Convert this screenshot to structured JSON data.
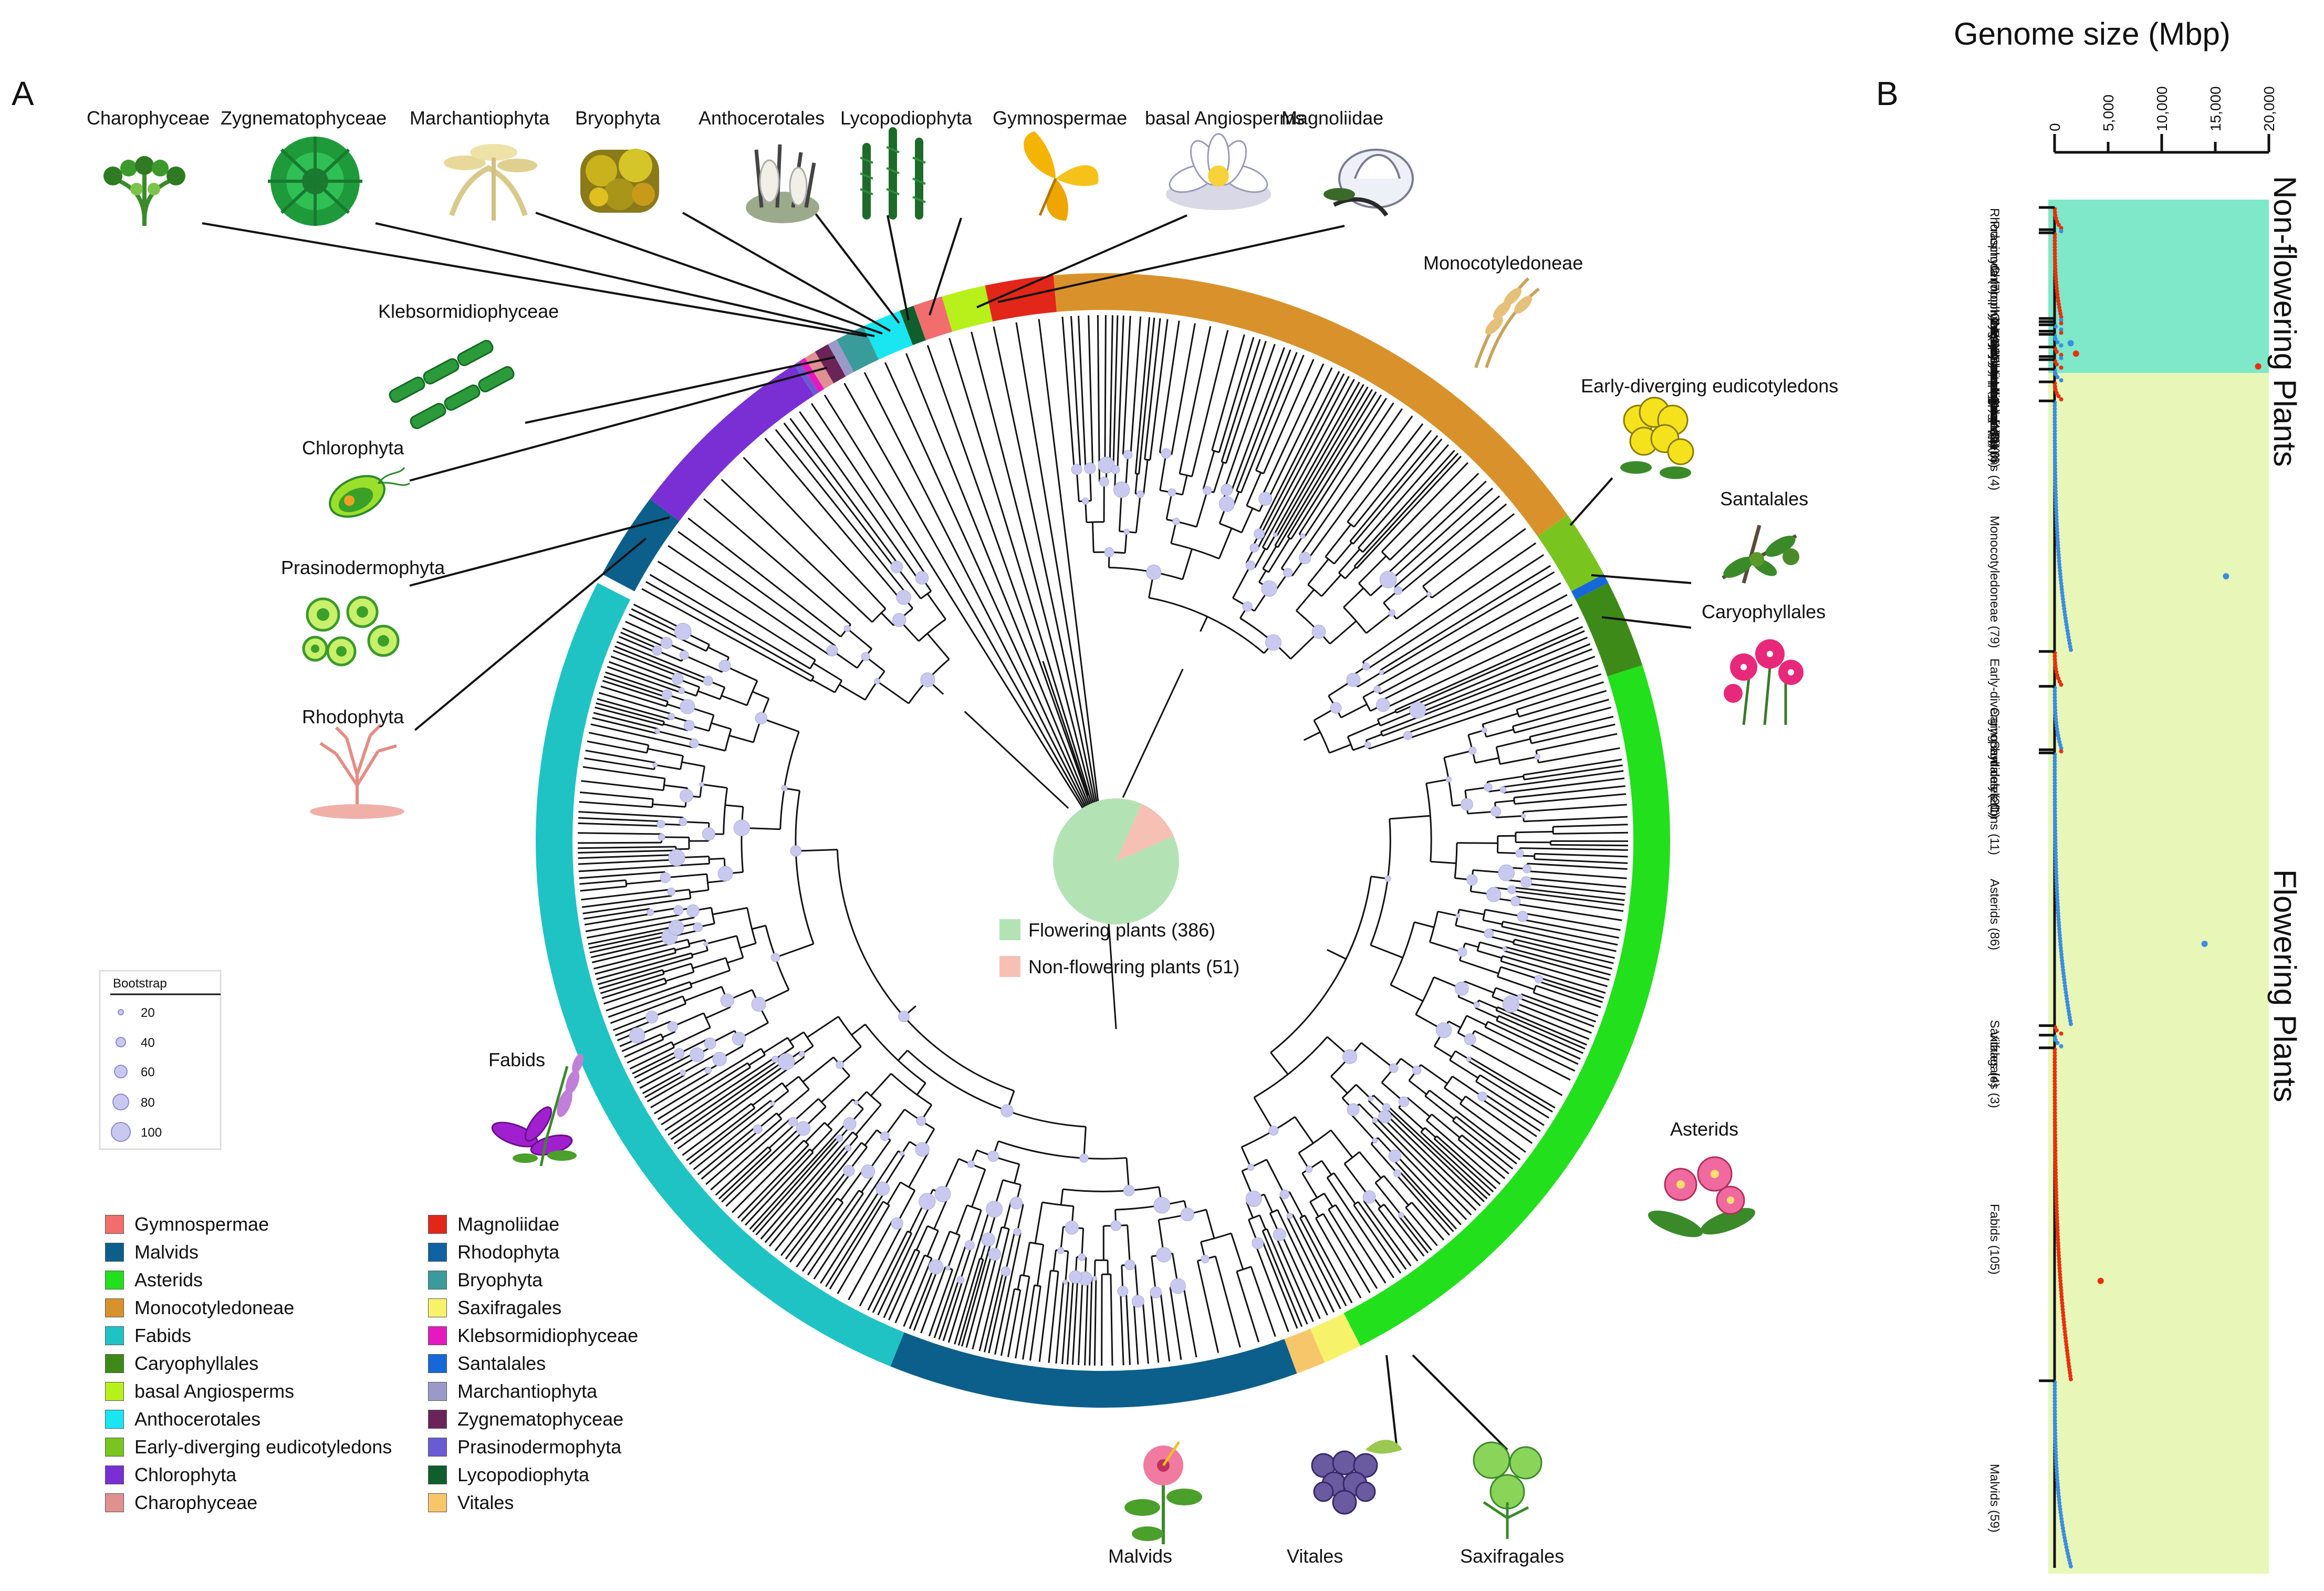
{
  "panels": {
    "a": "A",
    "b": "B"
  },
  "clade_illustrations": [
    {
      "label": "Charophyceae",
      "icon": "charophyceae-icon"
    },
    {
      "label": "Zygnematophyceae",
      "icon": "zygnematophyceae-icon"
    },
    {
      "label": "Marchantiophyta",
      "icon": "marchantiophyta-icon"
    },
    {
      "label": "Bryophyta",
      "icon": "bryophyta-icon"
    },
    {
      "label": "Anthocerotales",
      "icon": "anthocerotales-icon"
    },
    {
      "label": "Lycopodiophyta",
      "icon": "lycopodiophyta-icon"
    },
    {
      "label": "Gymnospermae",
      "icon": "gymnospermae-icon"
    },
    {
      "label": "basal Angiosperms",
      "icon": "basal-angiosperms-icon"
    },
    {
      "label": "Magnoliidae",
      "icon": "magnoliidae-icon"
    },
    {
      "label": "Monocotyledoneae",
      "icon": "monocot-wheat-icon"
    },
    {
      "label": "Early-diverging eudicotyledons",
      "icon": "early-eudicot-flower-icon"
    },
    {
      "label": "Santalales",
      "icon": "santalales-icon"
    },
    {
      "label": "Caryophyllales",
      "icon": "caryophyllales-icon"
    },
    {
      "label": "Klebsormidiophyceae",
      "icon": "klebsormidiophyceae-icon"
    },
    {
      "label": "Chlorophyta",
      "icon": "chlorophyta-icon"
    },
    {
      "label": "Prasinodermophyta",
      "icon": "prasinodermophyta-icon"
    },
    {
      "label": "Rhodophyta",
      "icon": "rhodophyta-icon"
    },
    {
      "label": "Fabids",
      "icon": "fabids-icon"
    },
    {
      "label": "Asterids",
      "icon": "asterids-icon"
    },
    {
      "label": "Malvids",
      "icon": "malvids-icon"
    },
    {
      "label": "Vitales",
      "icon": "vitales-grape-icon"
    },
    {
      "label": "Saxifragales",
      "icon": "saxifragales-icon"
    }
  ],
  "center_pie": {
    "values": [
      386,
      51
    ],
    "labels": [
      "Flowering plants (386)",
      "Non-flowering plants (51)"
    ],
    "colors": [
      "#b3e3b5",
      "#f6c0b4"
    ]
  },
  "bootstrap_legend": {
    "title": "Bootstrap",
    "values": [
      "20",
      "40",
      "60",
      "80",
      "100"
    ]
  },
  "clade_legend": {
    "col1": [
      {
        "label": "Gymnospermae",
        "color": "#f26d6d"
      },
      {
        "label": "Malvids",
        "color": "#0b5f8a"
      },
      {
        "label": "Asterids",
        "color": "#22e01c"
      },
      {
        "label": "Monocotyledoneae",
        "color": "#d9922b"
      },
      {
        "label": "Fabids",
        "color": "#1fc3c3"
      },
      {
        "label": "Caryophyllales",
        "color": "#3e8a18"
      },
      {
        "label": "basal Angiosperms",
        "color": "#b7f01a"
      },
      {
        "label": "Anthocerotales",
        "color": "#19e6f0"
      },
      {
        "label": "Early-diverging eudicotyledons",
        "color": "#7ac420"
      },
      {
        "label": "Chlorophyta",
        "color": "#7a2fd4"
      },
      {
        "label": "Charophyceae",
        "color": "#e09090"
      }
    ],
    "col2": [
      {
        "label": "Magnoliidae",
        "color": "#e2261a"
      },
      {
        "label": "Rhodophyta",
        "color": "#1162a3"
      },
      {
        "label": "Bryophyta",
        "color": "#3a9b9b"
      },
      {
        "label": "Saxifragales",
        "color": "#f6f36a"
      },
      {
        "label": "Klebsormidiophyceae",
        "color": "#e619c0"
      },
      {
        "label": "Santalales",
        "color": "#1668d8"
      },
      {
        "label": "Marchantiophyta",
        "color": "#9a99c8"
      },
      {
        "label": "Zygnematophyceae",
        "color": "#6a2458"
      },
      {
        "label": "Prasinodermophyta",
        "color": "#6a5ad4"
      },
      {
        "label": "Lycopodiophyta",
        "color": "#0f5e2c"
      },
      {
        "label": "Vitales",
        "color": "#f8c66a"
      }
    ]
  },
  "ring_segments": [
    {
      "name": "Rhodophyta",
      "color": "#0b5f8a"
    },
    {
      "name": "Chlorophyta",
      "color": "#7a2fd4"
    },
    {
      "name": "Prasinodermophyta",
      "color": "#6a5ad4"
    },
    {
      "name": "Klebsormidiophyceae",
      "color": "#e619c0"
    },
    {
      "name": "Charophyceae",
      "color": "#e09090"
    },
    {
      "name": "Zygnematophyceae",
      "color": "#6a2458"
    },
    {
      "name": "Marchantiophyta",
      "color": "#9a99c8"
    },
    {
      "name": "Bryophyta",
      "color": "#3a9b9b"
    },
    {
      "name": "Anthocerotales",
      "color": "#19e6f0"
    },
    {
      "name": "Lycopodiophyta",
      "color": "#0f5e2c"
    },
    {
      "name": "Gymnospermae",
      "color": "#f26d6d"
    },
    {
      "name": "basal Angiosperms",
      "color": "#b7f01a"
    },
    {
      "name": "Magnoliidae",
      "color": "#e2261a"
    },
    {
      "name": "Monocotyledoneae",
      "color": "#d9922b"
    },
    {
      "name": "Early-diverging eudicotyledons",
      "color": "#7ac420"
    },
    {
      "name": "Santalales",
      "color": "#1668d8"
    },
    {
      "name": "Caryophyllales",
      "color": "#3e8a18"
    },
    {
      "name": "Asterids",
      "color": "#22e01c"
    },
    {
      "name": "Saxifragales",
      "color": "#f6f36a"
    },
    {
      "name": "Vitales",
      "color": "#f8c66a"
    },
    {
      "name": "Malvids",
      "color": "#0b5f8a"
    },
    {
      "name": "Fabids",
      "color": "#1fc3c3"
    }
  ],
  "chart_data": {
    "type": "scatter",
    "title": "Genome size (Mbp)",
    "axis_ticks": [
      "0",
      "5,000",
      "10,000",
      "15,000",
      "20,000"
    ],
    "x_range": [
      0,
      20000
    ],
    "band_labels": [
      "Non-flowering Plants",
      "Flowering Plants"
    ],
    "band_colors": [
      "#7ee8c8",
      "#e8f7b8"
    ],
    "series_colors": [
      "#e8300c",
      "#3b8de0"
    ],
    "groups": [
      {
        "label": "Rhodophyta (7)",
        "count": 7
      },
      {
        "label": "Prasinodermophyta (1)",
        "count": 1
      },
      {
        "label": "Chlorophyta (27)",
        "count": 27
      },
      {
        "label": "Klebsormidiophyceae (1)",
        "count": 1
      },
      {
        "label": "Charophyceae (1)",
        "count": 1
      },
      {
        "label": "Zygnematophyceae (2)",
        "count": 2
      },
      {
        "label": "Marchantiophyta (1)",
        "count": 1
      },
      {
        "label": "Bryophyta (4)",
        "count": 4
      },
      {
        "label": "Anthocerotales (3)",
        "count": 3
      },
      {
        "label": "Lycopodiophyta (1)",
        "count": 1
      },
      {
        "label": "Gymnospermae (3)",
        "count": 3
      },
      {
        "label": "basal Angiosperms (4)",
        "count": 4
      },
      {
        "label": "Magnoliidae (6)",
        "count": 6
      },
      {
        "label": "Monocotyledoneae (79)",
        "count": 79
      },
      {
        "label": "Early-diverging eudicotyledons (11)",
        "count": 11
      },
      {
        "label": "Caryophyllales (20)",
        "count": 20
      },
      {
        "label": "Santalales (1)",
        "count": 1
      },
      {
        "label": "Asterids (86)",
        "count": 86
      },
      {
        "label": "Saxifragales (3)",
        "count": 3
      },
      {
        "label": "Vitales (4)",
        "count": 4
      },
      {
        "label": "Fabids (105)",
        "count": 105
      },
      {
        "label": "Malvids (59)",
        "count": 59
      }
    ],
    "outliers": [
      {
        "group": "Bryophyta (4)",
        "value": 1500
      },
      {
        "group": "Anthocerotales (3)",
        "value": 2000
      },
      {
        "group": "Gymnospermae (3)",
        "value": 19000
      },
      {
        "group": "Monocotyledoneae (79)",
        "value": 16000
      },
      {
        "group": "Asterids (86)",
        "value": 14000
      },
      {
        "group": "Fabids (105)",
        "value": 4300
      }
    ]
  }
}
